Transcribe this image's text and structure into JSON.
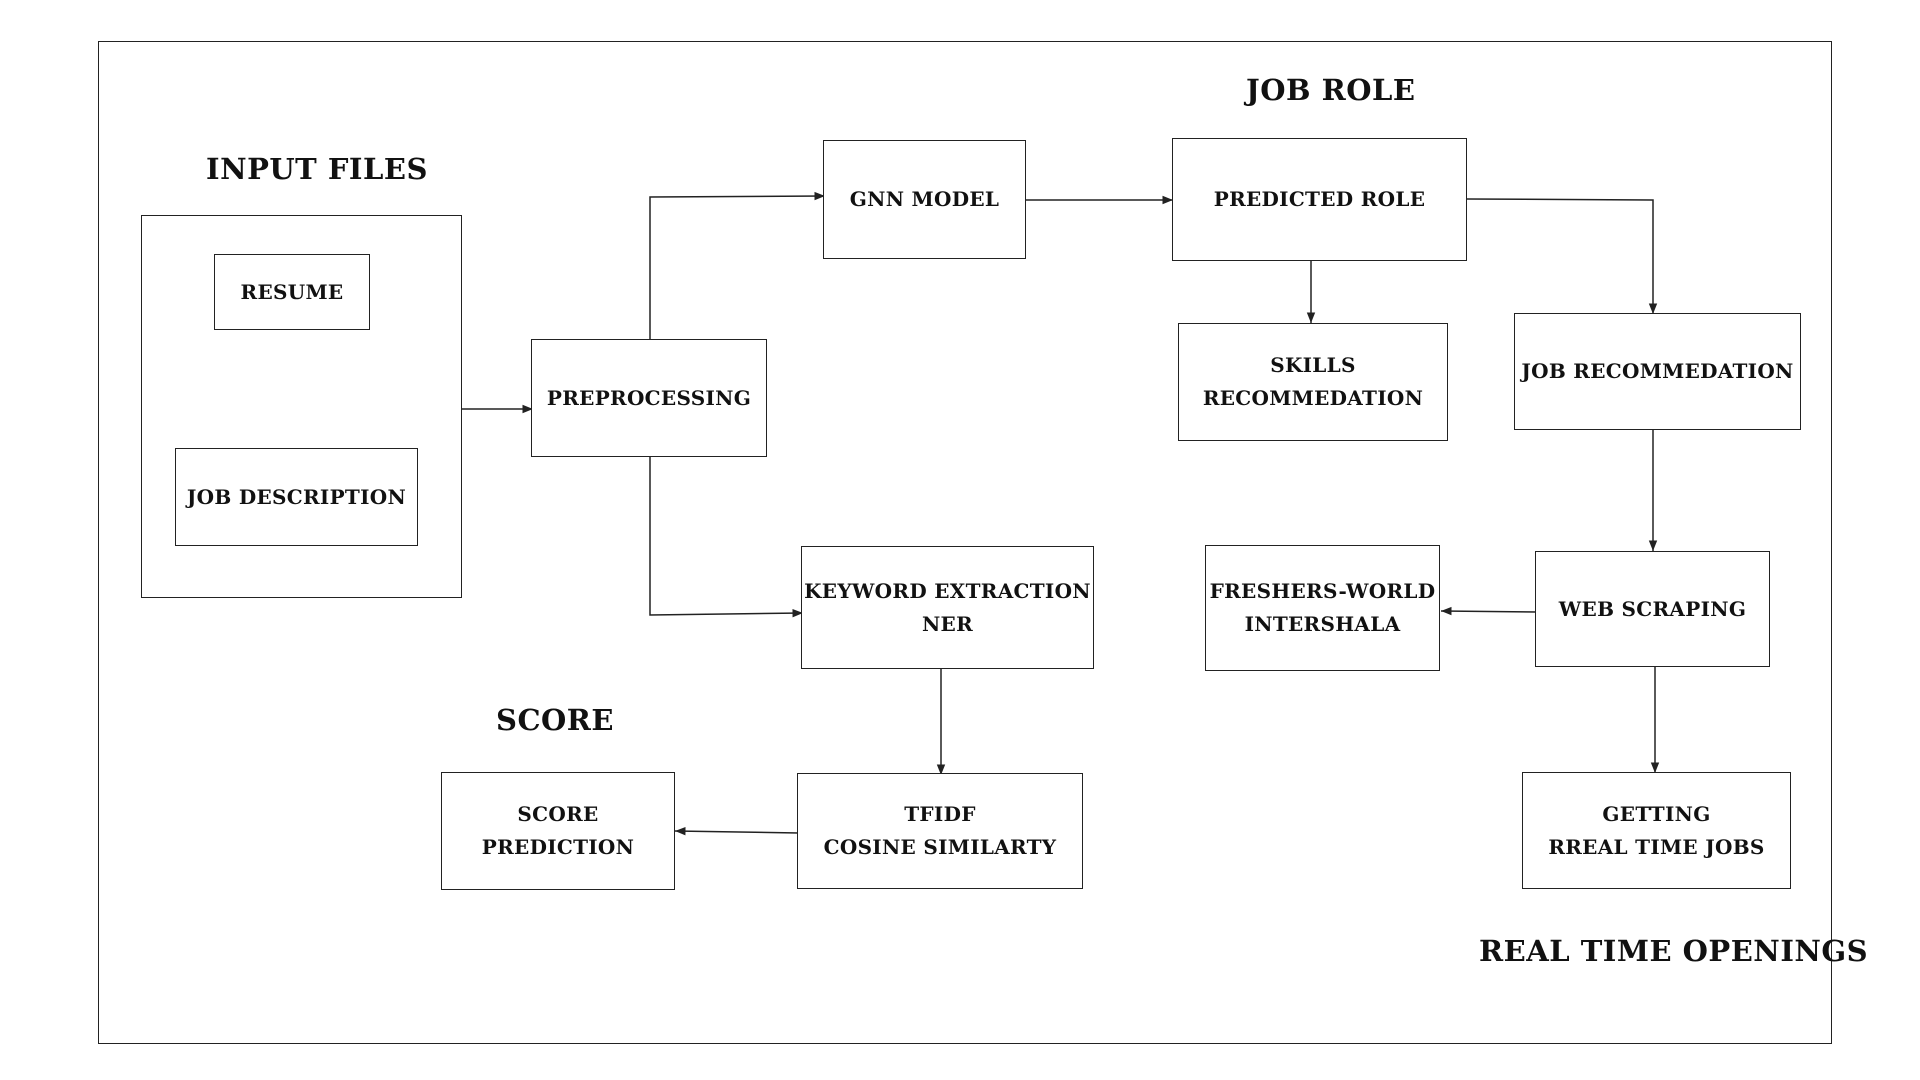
{
  "headings": {
    "input_files": "INPUT FILES",
    "job_role": "JOB ROLE",
    "score": "SCORE",
    "real_time_openings": "REAL TIME OPENINGS"
  },
  "nodes": {
    "resume": "RESUME",
    "job_description": "JOB DESCRIPTION",
    "preprocessing": "PREPROCESSING",
    "gnn_model": "GNN MODEL",
    "predicted_role": "PREDICTED  ROLE",
    "skills_recommendation": "SKILLS\nRECOMMEDATION",
    "job_recommendation": "JOB RECOMMEDATION",
    "keyword_extraction": "KEYWORD EXTRACTION\nNER",
    "tfidf": "TFIDF\nCOSINE SIMILARTY",
    "score_prediction": "SCORE PREDICTION",
    "web_scraping": "WEB SCRAPING",
    "freshers_world": "FRESHERS-WORLD\nINTERSHALA",
    "real_time_jobs": "GETTING\nRREAL TIME JOBS"
  },
  "edges": [
    {
      "from": "input_files",
      "to": "preprocessing"
    },
    {
      "from": "preprocessing",
      "to": "gnn_model"
    },
    {
      "from": "preprocessing",
      "to": "keyword_extraction"
    },
    {
      "from": "gnn_model",
      "to": "predicted_role"
    },
    {
      "from": "predicted_role",
      "to": "skills_recommendation"
    },
    {
      "from": "predicted_role",
      "to": "job_recommendation"
    },
    {
      "from": "job_recommendation",
      "to": "web_scraping"
    },
    {
      "from": "web_scraping",
      "to": "freshers_world"
    },
    {
      "from": "web_scraping",
      "to": "real_time_jobs"
    },
    {
      "from": "keyword_extraction",
      "to": "tfidf"
    },
    {
      "from": "tfidf",
      "to": "score_prediction"
    }
  ]
}
